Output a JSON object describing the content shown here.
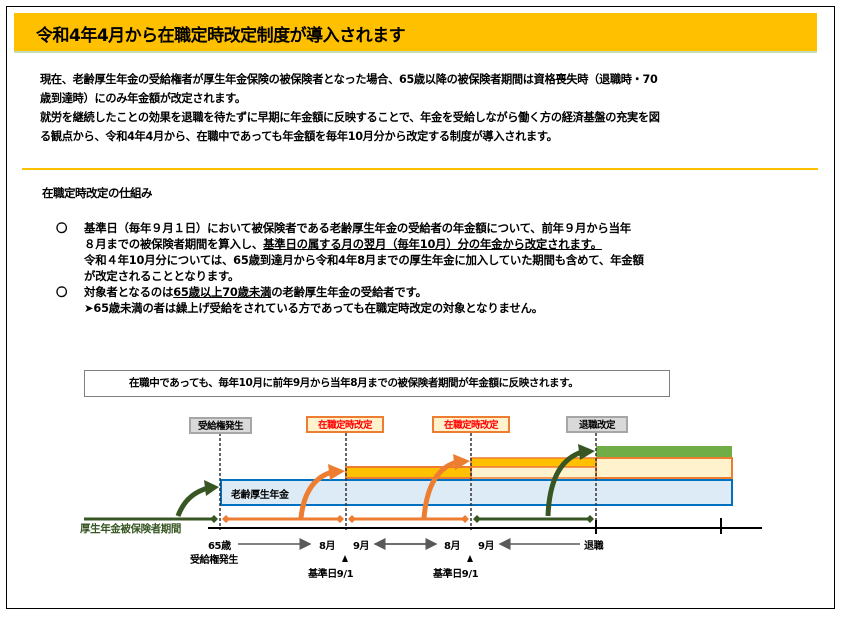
{
  "title": "令和4年4月から在職定時改定制度が導入されます",
  "intro": {
    "line1": "現在、老齢厚生年金の受給権者が厚生年金保険の被保険者となった場合、65歳以降の被保険者期間は資格喪失時（退職時・70",
    "line2": "歳到達時）にのみ年金額が改定されます。",
    "line3": "就労を継続したことの効果を退職を待たずに早期に年金額に反映することで、年金を受給しながら働く方の経済基盤の充実を図",
    "line4_a": "る観点から、",
    "line4_b": "令和4年4月から、在職中であっても年金額を毎年10月分から改定する制度が導入されます。"
  },
  "section_title": "在職定時改定の仕組み",
  "bullets": [
    {
      "mark": "〇",
      "lines": [
        "基準日（毎年９月１日）において被保険者である老齢厚生年金の受給者の年金額について、前年９月から当年",
        "８月までの被保険者期間を算入し、",
        "基準日の属する月の翌月（毎年10月）分の年金から改定されます。",
        "令和４年10月分については、65歳到達月から令和4年8月までの厚生年金に加入していた期間も含めて、年金額",
        "が改定されることとなります。"
      ]
    },
    {
      "mark": "〇",
      "lines": [
        "対象者となるのは",
        "65歳以上70歳未満",
        "の老齢厚生年金の受給者です。",
        "➤65歳未満の者は繰上げ受給をされている方であっても在職定時改定の対象となりません。"
      ]
    }
  ],
  "callout": "在職中であっても、毎年10月に前年9月から当年8月までの被保険者期間が年金額に反映されます。",
  "diagram": {
    "tags": {
      "entitlement": "受給権発生",
      "revision1": "在職定時改定",
      "revision2": "在職定時改定",
      "retirement": "退職改定"
    },
    "bar_label": "老齢厚生年金",
    "insured_label": "厚生年金被保険者期間",
    "axis": {
      "age65": "65歳",
      "entitlement": "受給権発生",
      "aug1": "8月",
      "sep1": "9月",
      "aug2": "8月",
      "sep2": "9月",
      "retire": "退職",
      "base1": "基準日9/1",
      "base2": "基準日9/1"
    },
    "colors": {
      "gold": "#FFC000",
      "orange": "#ED7D31",
      "blue": "#0070C0",
      "lightblue": "#DDEBF7",
      "cream": "#FFF2CC",
      "green": "#70AD47",
      "darkgreen": "#375623"
    }
  }
}
